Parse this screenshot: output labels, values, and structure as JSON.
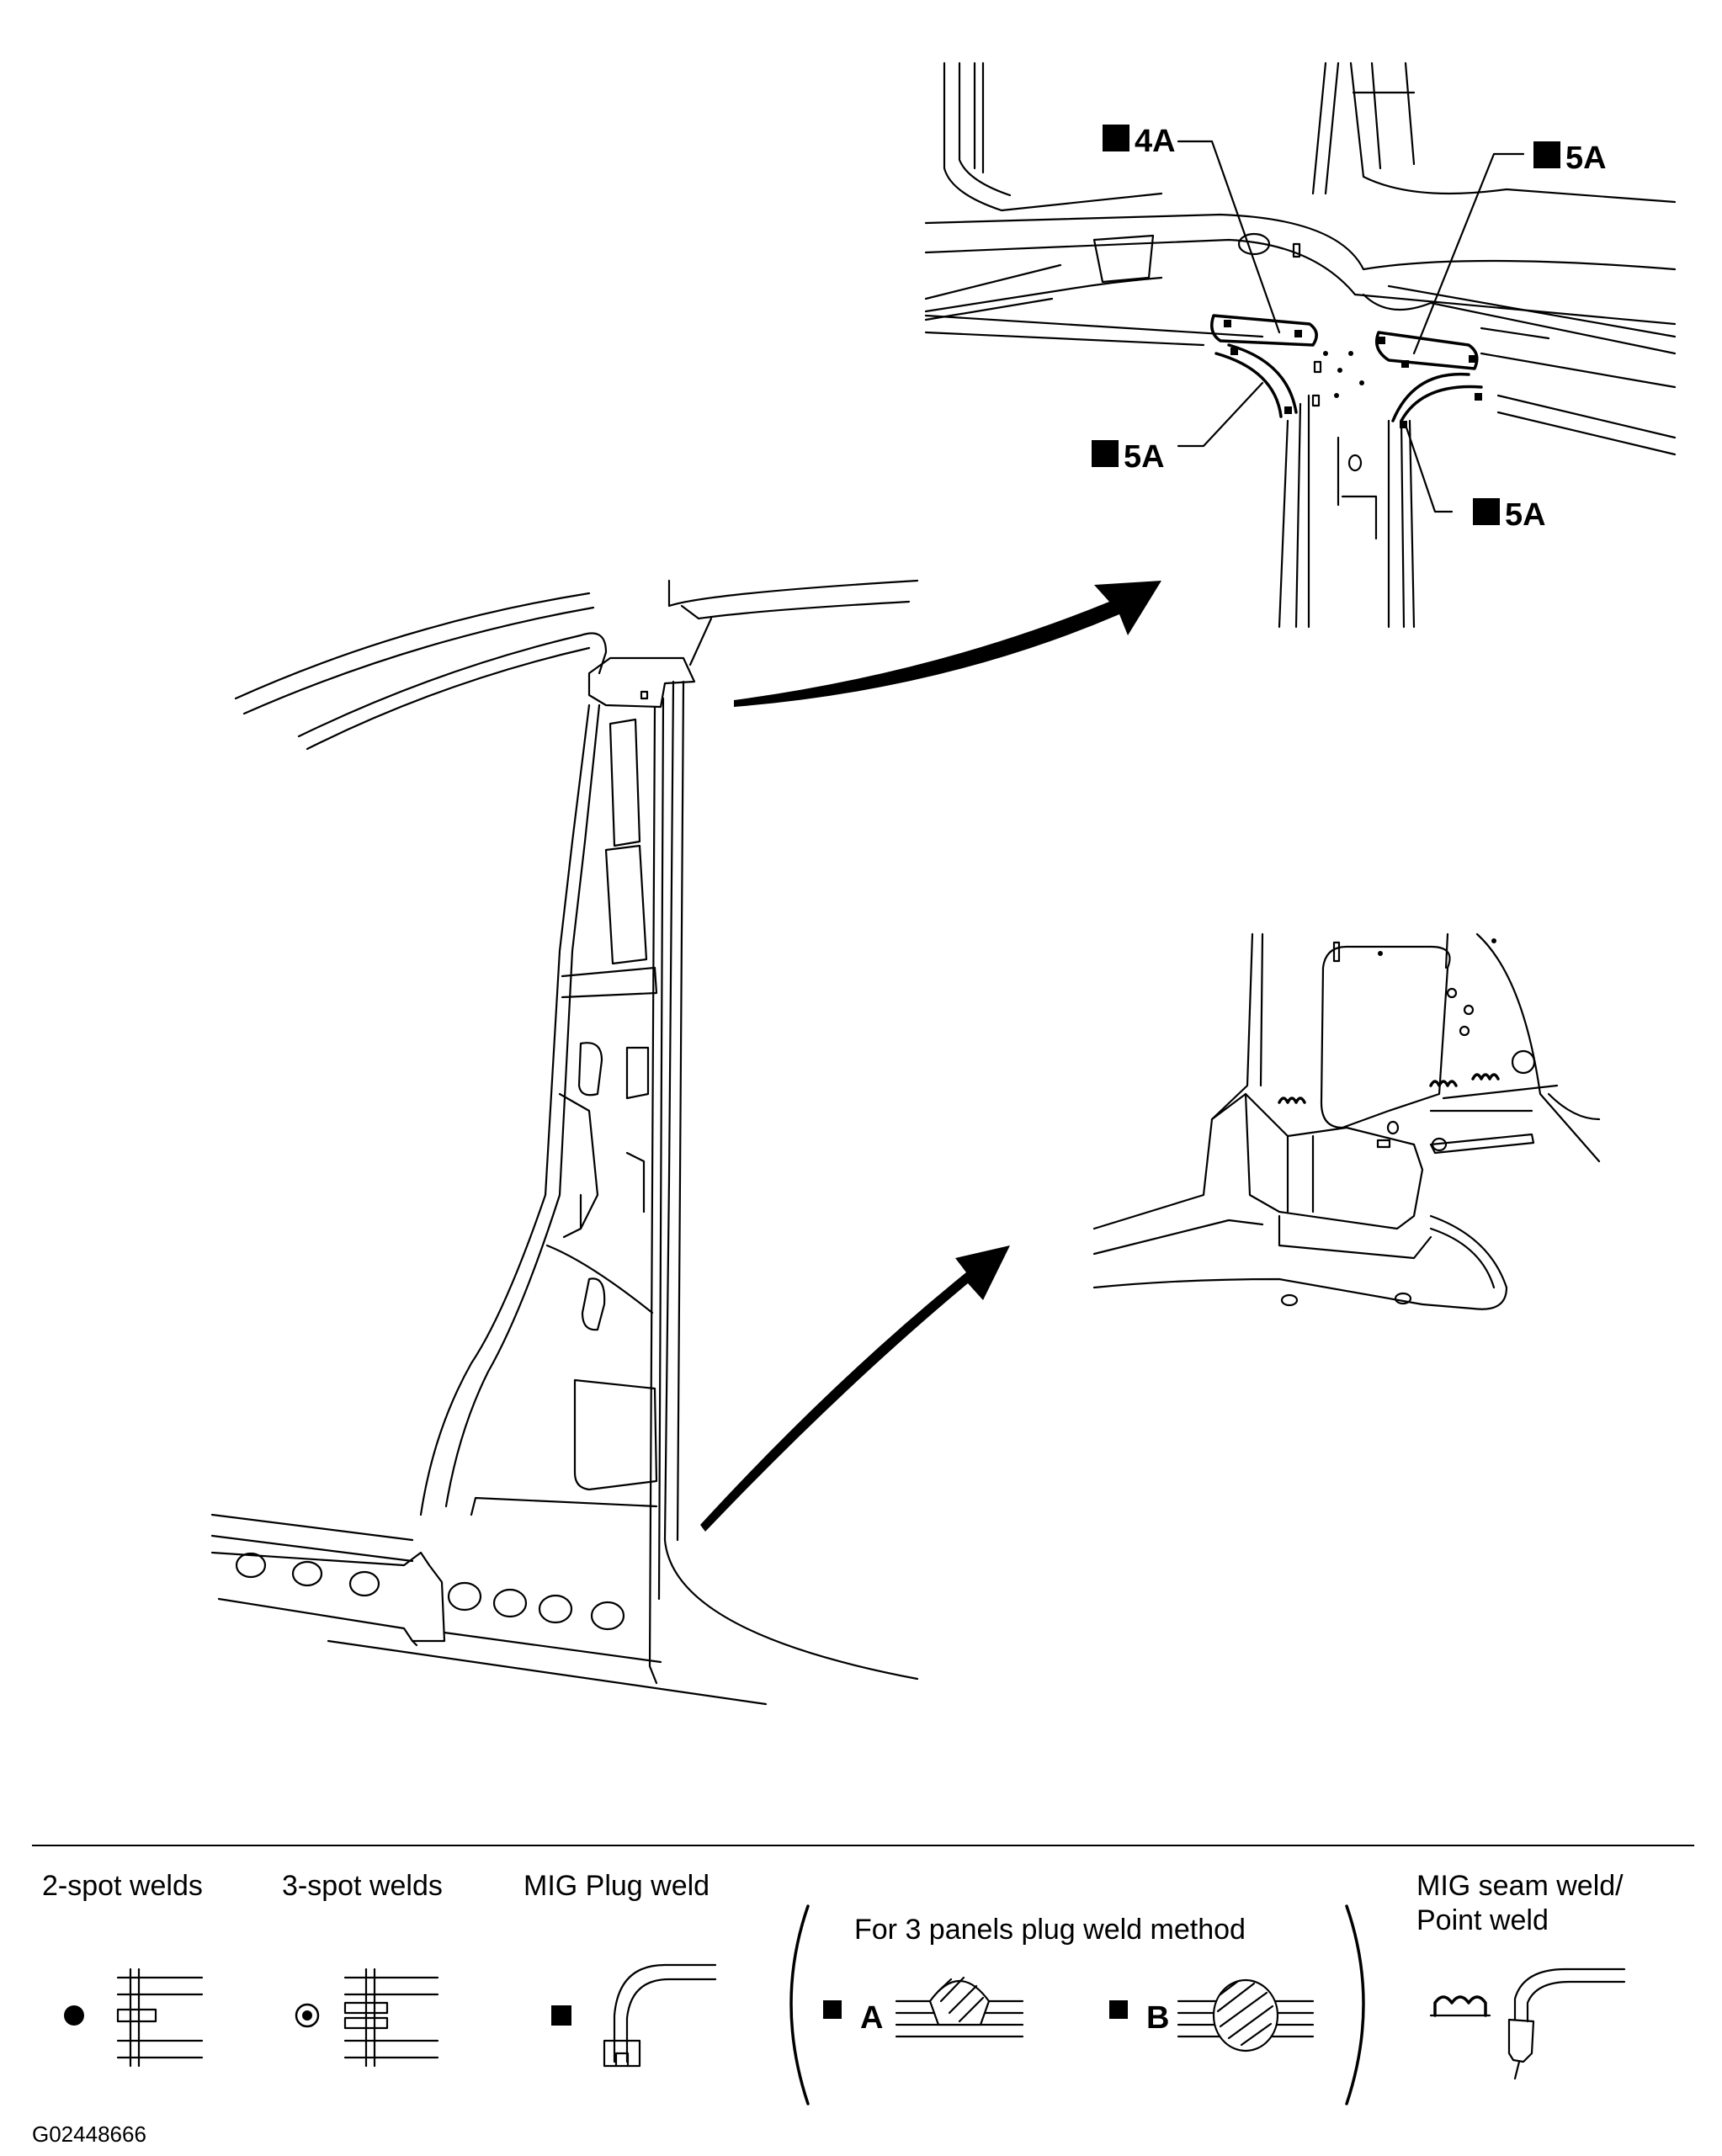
{
  "callouts": {
    "c1": {
      "symbol": "square",
      "text": "4A"
    },
    "c2": {
      "symbol": "square",
      "text": "5A"
    },
    "c3": {
      "symbol": "square",
      "text": "5A"
    },
    "c4": {
      "symbol": "square",
      "text": "5A"
    }
  },
  "legend": {
    "two_spot": "2-spot welds",
    "three_spot": "3-spot welds",
    "mig_plug": "MIG Plug weld",
    "three_panel_title": "For 3 panels plug weld method",
    "method_a": "A",
    "method_b": "B",
    "mig_seam_line1": "MIG seam weld/",
    "mig_seam_line2": "Point weld"
  },
  "figure_id": "G02448666",
  "colors": {
    "ink": "#000000",
    "paper": "#ffffff"
  }
}
